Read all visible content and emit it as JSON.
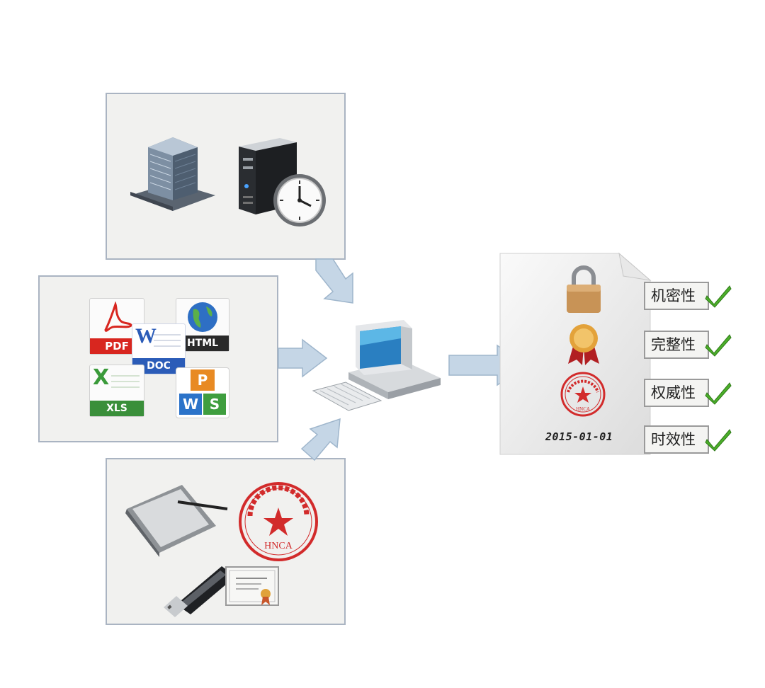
{
  "file_icons": {
    "pdf": "PDF",
    "html": "HTML",
    "doc": "DOC",
    "xls": "XLS",
    "wps_letters": [
      "P",
      "W",
      "S"
    ]
  },
  "seal": {
    "text": "HNCA"
  },
  "document": {
    "date": "2015-01-01",
    "properties": [
      {
        "label": "机密性",
        "icon": "lock-icon"
      },
      {
        "label": "完整性",
        "icon": "award-ribbon-icon"
      },
      {
        "label": "权威性",
        "icon": "seal-icon"
      },
      {
        "label": "时效性",
        "icon": "date-stamp"
      }
    ]
  },
  "colors": {
    "panel_bg": "#f1f1ef",
    "panel_border": "#aab4c2",
    "arrow": "#c5d6e6",
    "check": "#4caf2a",
    "seal_red": "#d22b2b"
  }
}
